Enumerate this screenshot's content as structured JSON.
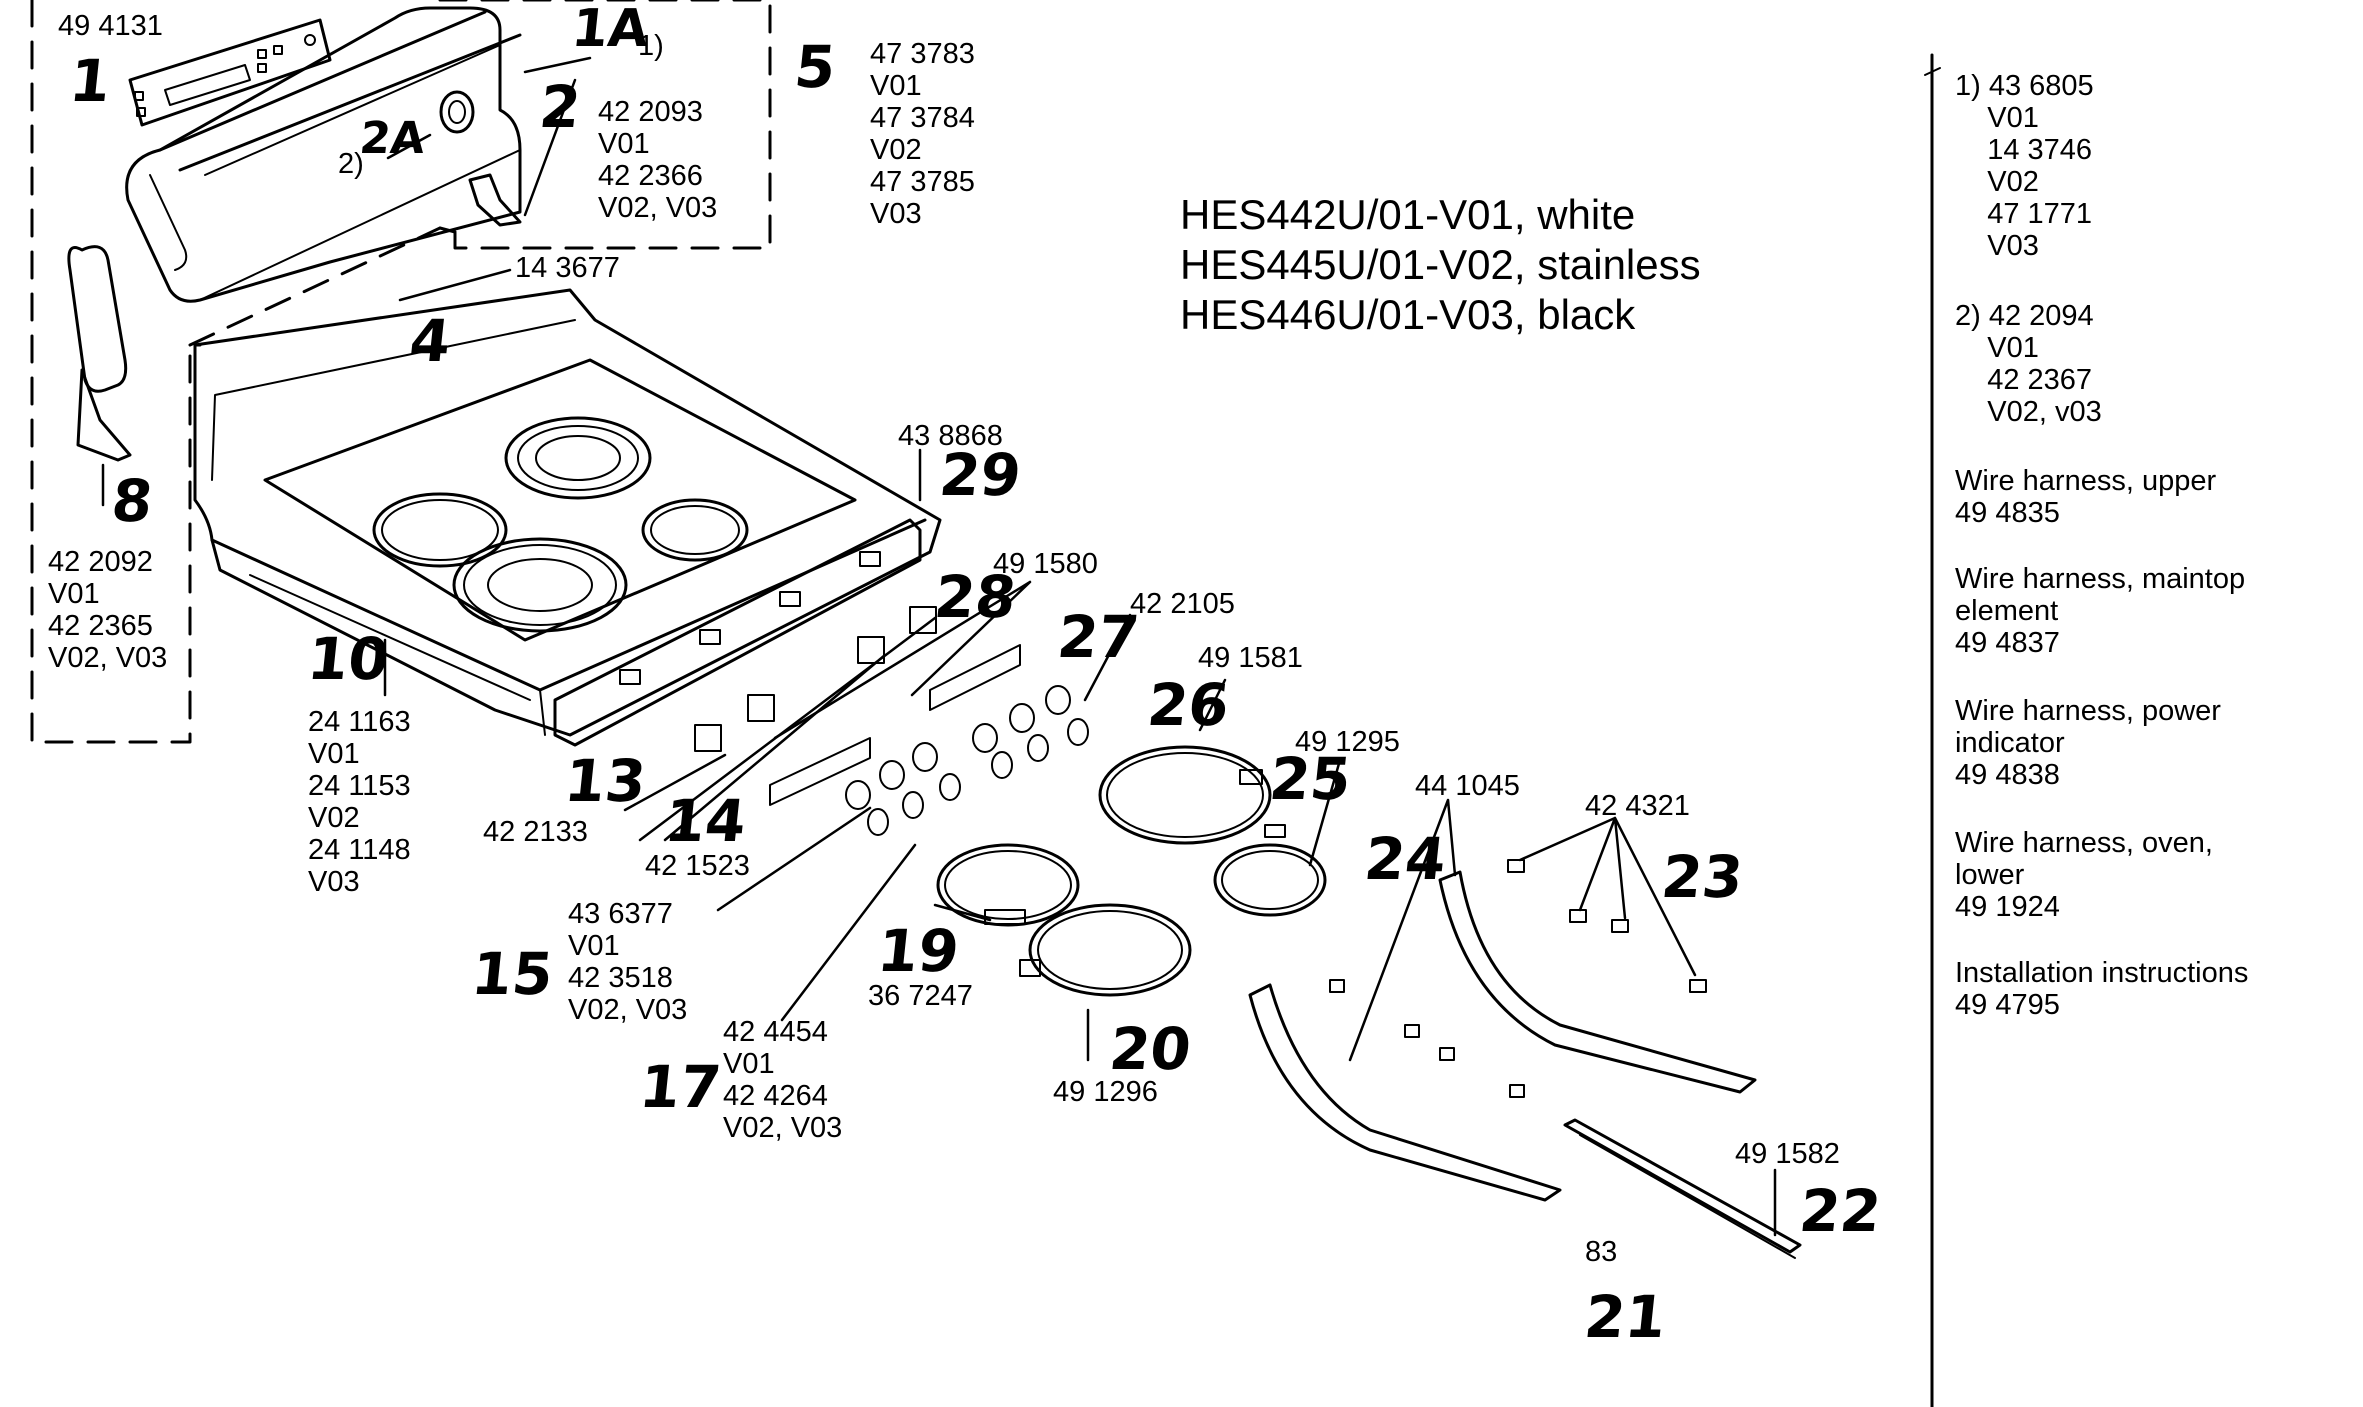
{
  "models": [
    "HES442U/01-V01, white",
    "HES445U/01-V02, stainless",
    "HES446U/01-V03, black"
  ],
  "refs": {
    "r1": "1",
    "r1A": "1A",
    "r2": "2",
    "r2A": "2A",
    "r4": "4",
    "r5": "5",
    "r8": "8",
    "r10": "10",
    "r13": "13",
    "r14": "14",
    "r15": "15",
    "r17": "17",
    "r19": "19",
    "r20": "20",
    "r21": "21",
    "r22": "22",
    "r23": "23",
    "r24": "24",
    "r25": "25",
    "r26": "26",
    "r27": "27",
    "r28": "28",
    "r29": "29"
  },
  "parts": {
    "p1": "49 4131",
    "p1A_note": "1)",
    "p2A_note": "2)",
    "p2": "42 2093\nV01\n42 2366\nV02, V03",
    "p5": "47 3783\nV01\n47 3784\nV02\n47 3785\nV03",
    "p4": "14 3677",
    "p8": "42 2092\nV01\n42 2365\nV02, V03",
    "p10": "24 1163\nV01\n24 1153\nV02\n24 1148\nV03",
    "p29": "43 8868",
    "p28": "49 1580",
    "p27": "42 2105",
    "p26": "49 1581",
    "p25": "49 1295",
    "p24": "44 1045",
    "p23": "42 4321",
    "p13": "42 2133",
    "p14": "42 1523",
    "p15": "43 6377\nV01\n42 3518\nV02, V03",
    "p17": "42 4454\nV01\n42 4264\nV02, V03",
    "p19": "36 7247",
    "p20": "49 1296",
    "p22": "49 1582",
    "p21": "83"
  },
  "notes": [
    "1) 43 6805\n    V01\n    14 3746\n    V02\n    47 1771\n    V03",
    "2) 42 2094\n    V01\n    42 2367\n    V02, v03",
    "Wire harness, upper\n49 4835",
    "Wire harness, maintop\nelement\n49 4837",
    "Wire harness, power\nindicator\n49 4838",
    "Wire harness, oven,\nlower\n49 1924",
    "Installation instructions\n49 4795"
  ]
}
